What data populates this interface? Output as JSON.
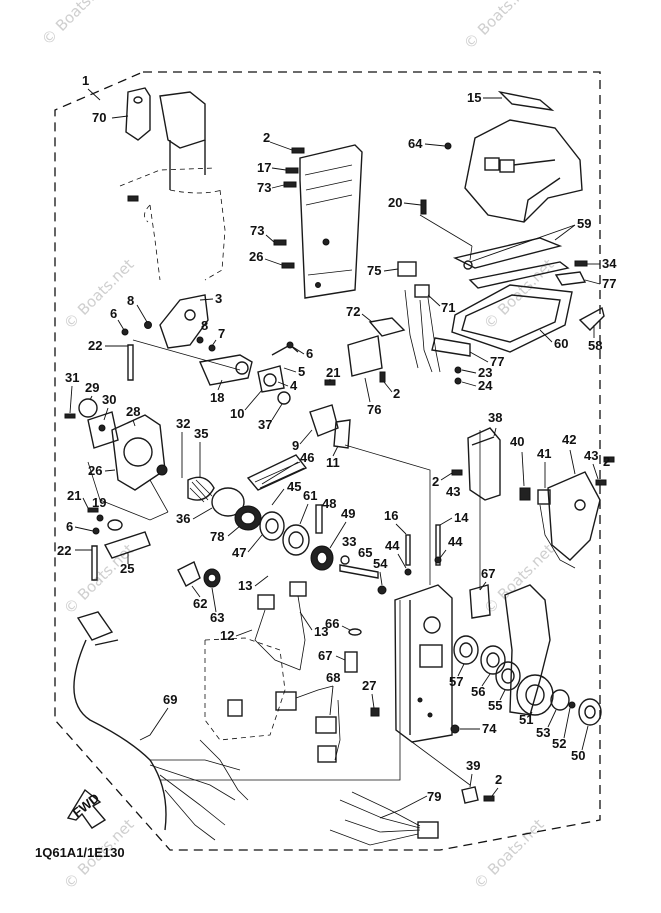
{
  "diagram": {
    "code": "1Q61A1/1E130",
    "fwd_label": "FWD",
    "watermark": "© Boats.net",
    "callouts": [
      {
        "id": "c1",
        "num": "1"
      },
      {
        "id": "c70",
        "num": "70"
      },
      {
        "id": "c2a",
        "num": "2"
      },
      {
        "id": "c17",
        "num": "17"
      },
      {
        "id": "c73a",
        "num": "73"
      },
      {
        "id": "c73b",
        "num": "73"
      },
      {
        "id": "c26a",
        "num": "26"
      },
      {
        "id": "c15",
        "num": "15"
      },
      {
        "id": "c64",
        "num": "64"
      },
      {
        "id": "c20",
        "num": "20"
      },
      {
        "id": "c59",
        "num": "59"
      },
      {
        "id": "c34",
        "num": "34"
      },
      {
        "id": "c77a",
        "num": "77"
      },
      {
        "id": "c75",
        "num": "75"
      },
      {
        "id": "c72",
        "num": "72"
      },
      {
        "id": "c71",
        "num": "71"
      },
      {
        "id": "c60",
        "num": "60"
      },
      {
        "id": "c58",
        "num": "58"
      },
      {
        "id": "c77b",
        "num": "77"
      },
      {
        "id": "c23",
        "num": "23"
      },
      {
        "id": "c24",
        "num": "24"
      },
      {
        "id": "c2b",
        "num": "2"
      },
      {
        "id": "c76",
        "num": "76"
      },
      {
        "id": "c8a",
        "num": "8"
      },
      {
        "id": "c3",
        "num": "3"
      },
      {
        "id": "c6a",
        "num": "6"
      },
      {
        "id": "c8b",
        "num": "8"
      },
      {
        "id": "c7",
        "num": "7"
      },
      {
        "id": "c22a",
        "num": "22"
      },
      {
        "id": "c6b",
        "num": "6"
      },
      {
        "id": "c5",
        "num": "5"
      },
      {
        "id": "c4",
        "num": "4"
      },
      {
        "id": "c21a",
        "num": "21"
      },
      {
        "id": "c31",
        "num": "31"
      },
      {
        "id": "c29",
        "num": "29"
      },
      {
        "id": "c30",
        "num": "30"
      },
      {
        "id": "c28",
        "num": "28"
      },
      {
        "id": "c18",
        "num": "18"
      },
      {
        "id": "c10",
        "num": "10"
      },
      {
        "id": "c37",
        "num": "37"
      },
      {
        "id": "c32",
        "num": "32"
      },
      {
        "id": "c35",
        "num": "35"
      },
      {
        "id": "c9",
        "num": "9"
      },
      {
        "id": "c11",
        "num": "11"
      },
      {
        "id": "c46",
        "num": "46"
      },
      {
        "id": "c26b",
        "num": "26"
      },
      {
        "id": "c45",
        "num": "45"
      },
      {
        "id": "c38",
        "num": "38"
      },
      {
        "id": "c40",
        "num": "40"
      },
      {
        "id": "c41",
        "num": "41"
      },
      {
        "id": "c42",
        "num": "42"
      },
      {
        "id": "c43a",
        "num": "43"
      },
      {
        "id": "c2c",
        "num": "2"
      },
      {
        "id": "c2d",
        "num": "2"
      },
      {
        "id": "c43b",
        "num": "43"
      },
      {
        "id": "c21b",
        "num": "21"
      },
      {
        "id": "c19",
        "num": "19"
      },
      {
        "id": "c36",
        "num": "36"
      },
      {
        "id": "c78",
        "num": "78"
      },
      {
        "id": "c61",
        "num": "61"
      },
      {
        "id": "c48",
        "num": "48"
      },
      {
        "id": "c49",
        "num": "49"
      },
      {
        "id": "c16",
        "num": "16"
      },
      {
        "id": "c14",
        "num": "14"
      },
      {
        "id": "c6c",
        "num": "6"
      },
      {
        "id": "c22b",
        "num": "22"
      },
      {
        "id": "c25",
        "num": "25"
      },
      {
        "id": "c47",
        "num": "47"
      },
      {
        "id": "c33",
        "num": "33"
      },
      {
        "id": "c44a",
        "num": "44"
      },
      {
        "id": "c44b",
        "num": "44"
      },
      {
        "id": "c65",
        "num": "65"
      },
      {
        "id": "c54",
        "num": "54"
      },
      {
        "id": "c13a",
        "num": "13"
      },
      {
        "id": "c67a",
        "num": "67"
      },
      {
        "id": "c62",
        "num": "62"
      },
      {
        "id": "c63",
        "num": "63"
      },
      {
        "id": "c13b",
        "num": "13"
      },
      {
        "id": "c12",
        "num": "12"
      },
      {
        "id": "c66",
        "num": "66"
      },
      {
        "id": "c67b",
        "num": "67"
      },
      {
        "id": "c68",
        "num": "68"
      },
      {
        "id": "c57",
        "num": "57"
      },
      {
        "id": "c56",
        "num": "56"
      },
      {
        "id": "c55",
        "num": "55"
      },
      {
        "id": "c27",
        "num": "27"
      },
      {
        "id": "c69",
        "num": "69"
      },
      {
        "id": "c74",
        "num": "74"
      },
      {
        "id": "c51",
        "num": "51"
      },
      {
        "id": "c53",
        "num": "53"
      },
      {
        "id": "c52",
        "num": "52"
      },
      {
        "id": "c50",
        "num": "50"
      },
      {
        "id": "c39",
        "num": "39"
      },
      {
        "id": "c2e",
        "num": "2"
      },
      {
        "id": "c79",
        "num": "79"
      }
    ]
  }
}
